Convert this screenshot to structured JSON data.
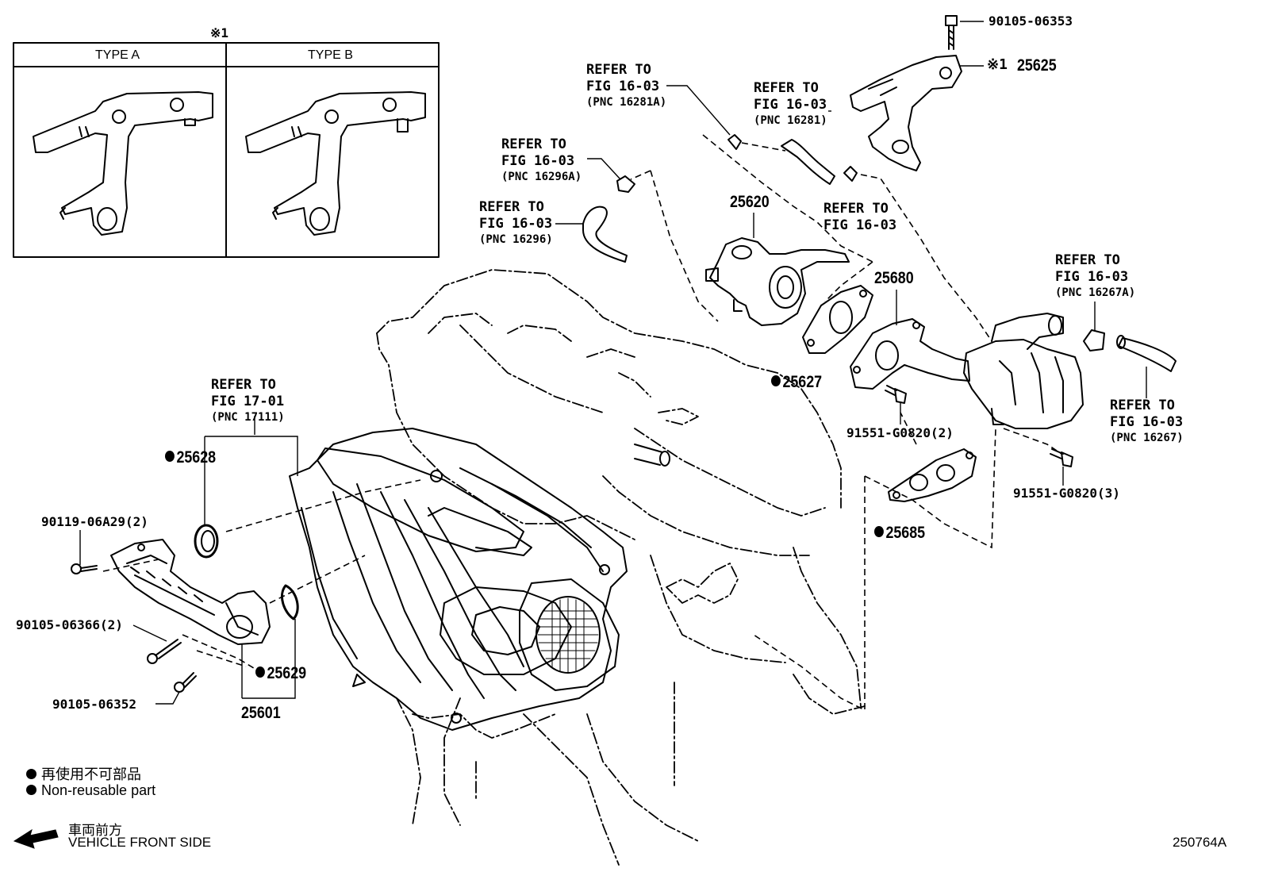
{
  "inset": {
    "marker": "※1",
    "type_a": "TYPE A",
    "type_b": "TYPE B"
  },
  "refs": {
    "r1": {
      "line1": "REFER TO",
      "line2": "FIG 16-03",
      "pnc": "(PNC 16281A)"
    },
    "r2": {
      "line1": "REFER TO",
      "line2": "FIG 16-03",
      "pnc": "(PNC 16281)"
    },
    "r3": {
      "line1": "REFER TO",
      "line2": "FIG 16-03",
      "pnc": "(PNC 16296A)"
    },
    "r4": {
      "line1": "REFER TO",
      "line2": "FIG 16-03",
      "pnc": "(PNC 16296)"
    },
    "r5": {
      "line1": "REFER TO",
      "line2": "FIG 16-03"
    },
    "r6": {
      "line1": "REFER TO",
      "line2": "FIG 16-03",
      "pnc": "(PNC 16267A)"
    },
    "r7": {
      "line1": "REFER TO",
      "line2": "FIG 16-03",
      "pnc": "(PNC 16267)"
    },
    "r8": {
      "line1": "REFER TO",
      "line2": "FIG 17-01",
      "pnc": "(PNC 17111)"
    }
  },
  "parts": {
    "p90105_06353": "90105-06353",
    "p25625_marker": "※1",
    "p25625": "25625",
    "p25620": "25620",
    "p25680": "25680",
    "p25627": "25627",
    "p91551_2": "91551-G0820(2)",
    "p91551_3": "91551-G0820(3)",
    "p25685": "25685",
    "p25628": "25628",
    "p90119": "90119-06A29(2)",
    "p90105_06366": "90105-06366(2)",
    "p90105_06352": "90105-06352",
    "p25629": "25629",
    "p25601": "25601"
  },
  "legend": {
    "jp": "再使用不可部品",
    "en": "Non-reusable part"
  },
  "front": {
    "jp": "車両前方",
    "en": "VEHICLE FRONT SIDE"
  },
  "figure_id": "250764A"
}
